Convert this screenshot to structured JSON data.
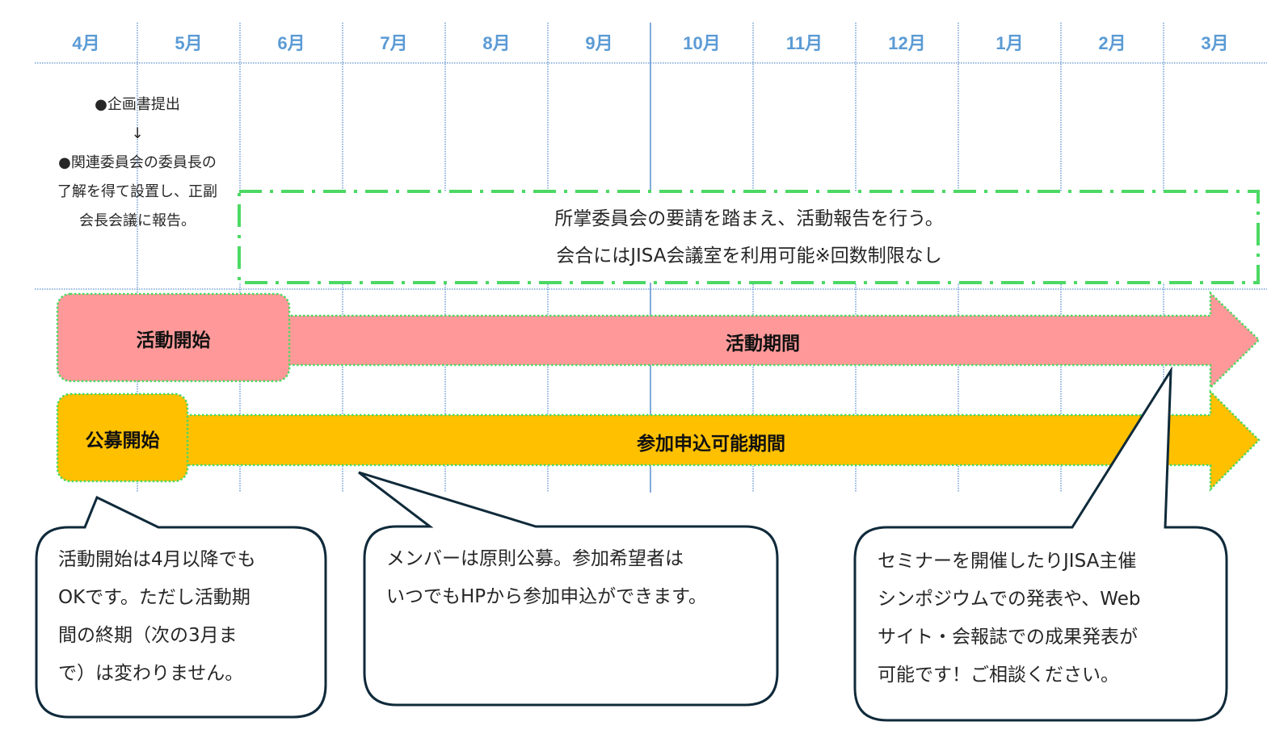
{
  "colors": {
    "month_label": "#5b9bd5",
    "grid": "#5b8fcf",
    "activity": "#ff9999",
    "recruit": "#ffc000",
    "dash_border": "#4cd964",
    "callout_border": "#0f2a3a"
  },
  "timeline": {
    "months": [
      "4月",
      "5月",
      "6月",
      "7月",
      "8月",
      "9月",
      "10月",
      "11月",
      "12月",
      "1月",
      "2月",
      "3月"
    ]
  },
  "left_note": {
    "lines": [
      "●企画書提出",
      "↓",
      "●関連委員会の委員長の",
      "了解を得て設置し、正副",
      "会長会議に報告。"
    ]
  },
  "report_box": {
    "lines": [
      "所掌委員会の要請を踏まえ、活動報告を行う。",
      "会合にはJISA会議室を利用可能※回数制限なし"
    ]
  },
  "bars": {
    "activity": {
      "start_label": "活動開始",
      "period_label": "活動期間"
    },
    "recruit": {
      "start_label": "公募開始",
      "period_label": "参加申込可能期間"
    }
  },
  "callouts": [
    {
      "lines": [
        "活動開始は4月以降でも",
        "OKです。ただし活動期",
        "間の終期（次の3月ま",
        "で）は変わりません。"
      ]
    },
    {
      "lines": [
        "メンバーは原則公募。参加希望者は",
        "いつでもHPから参加申込ができます。"
      ]
    },
    {
      "lines": [
        "セミナーを開催したりJISA主催",
        "シンポジウムでの発表や、Web",
        "サイト・会報誌での成果発表が",
        "可能です！ご相談ください。"
      ]
    }
  ]
}
